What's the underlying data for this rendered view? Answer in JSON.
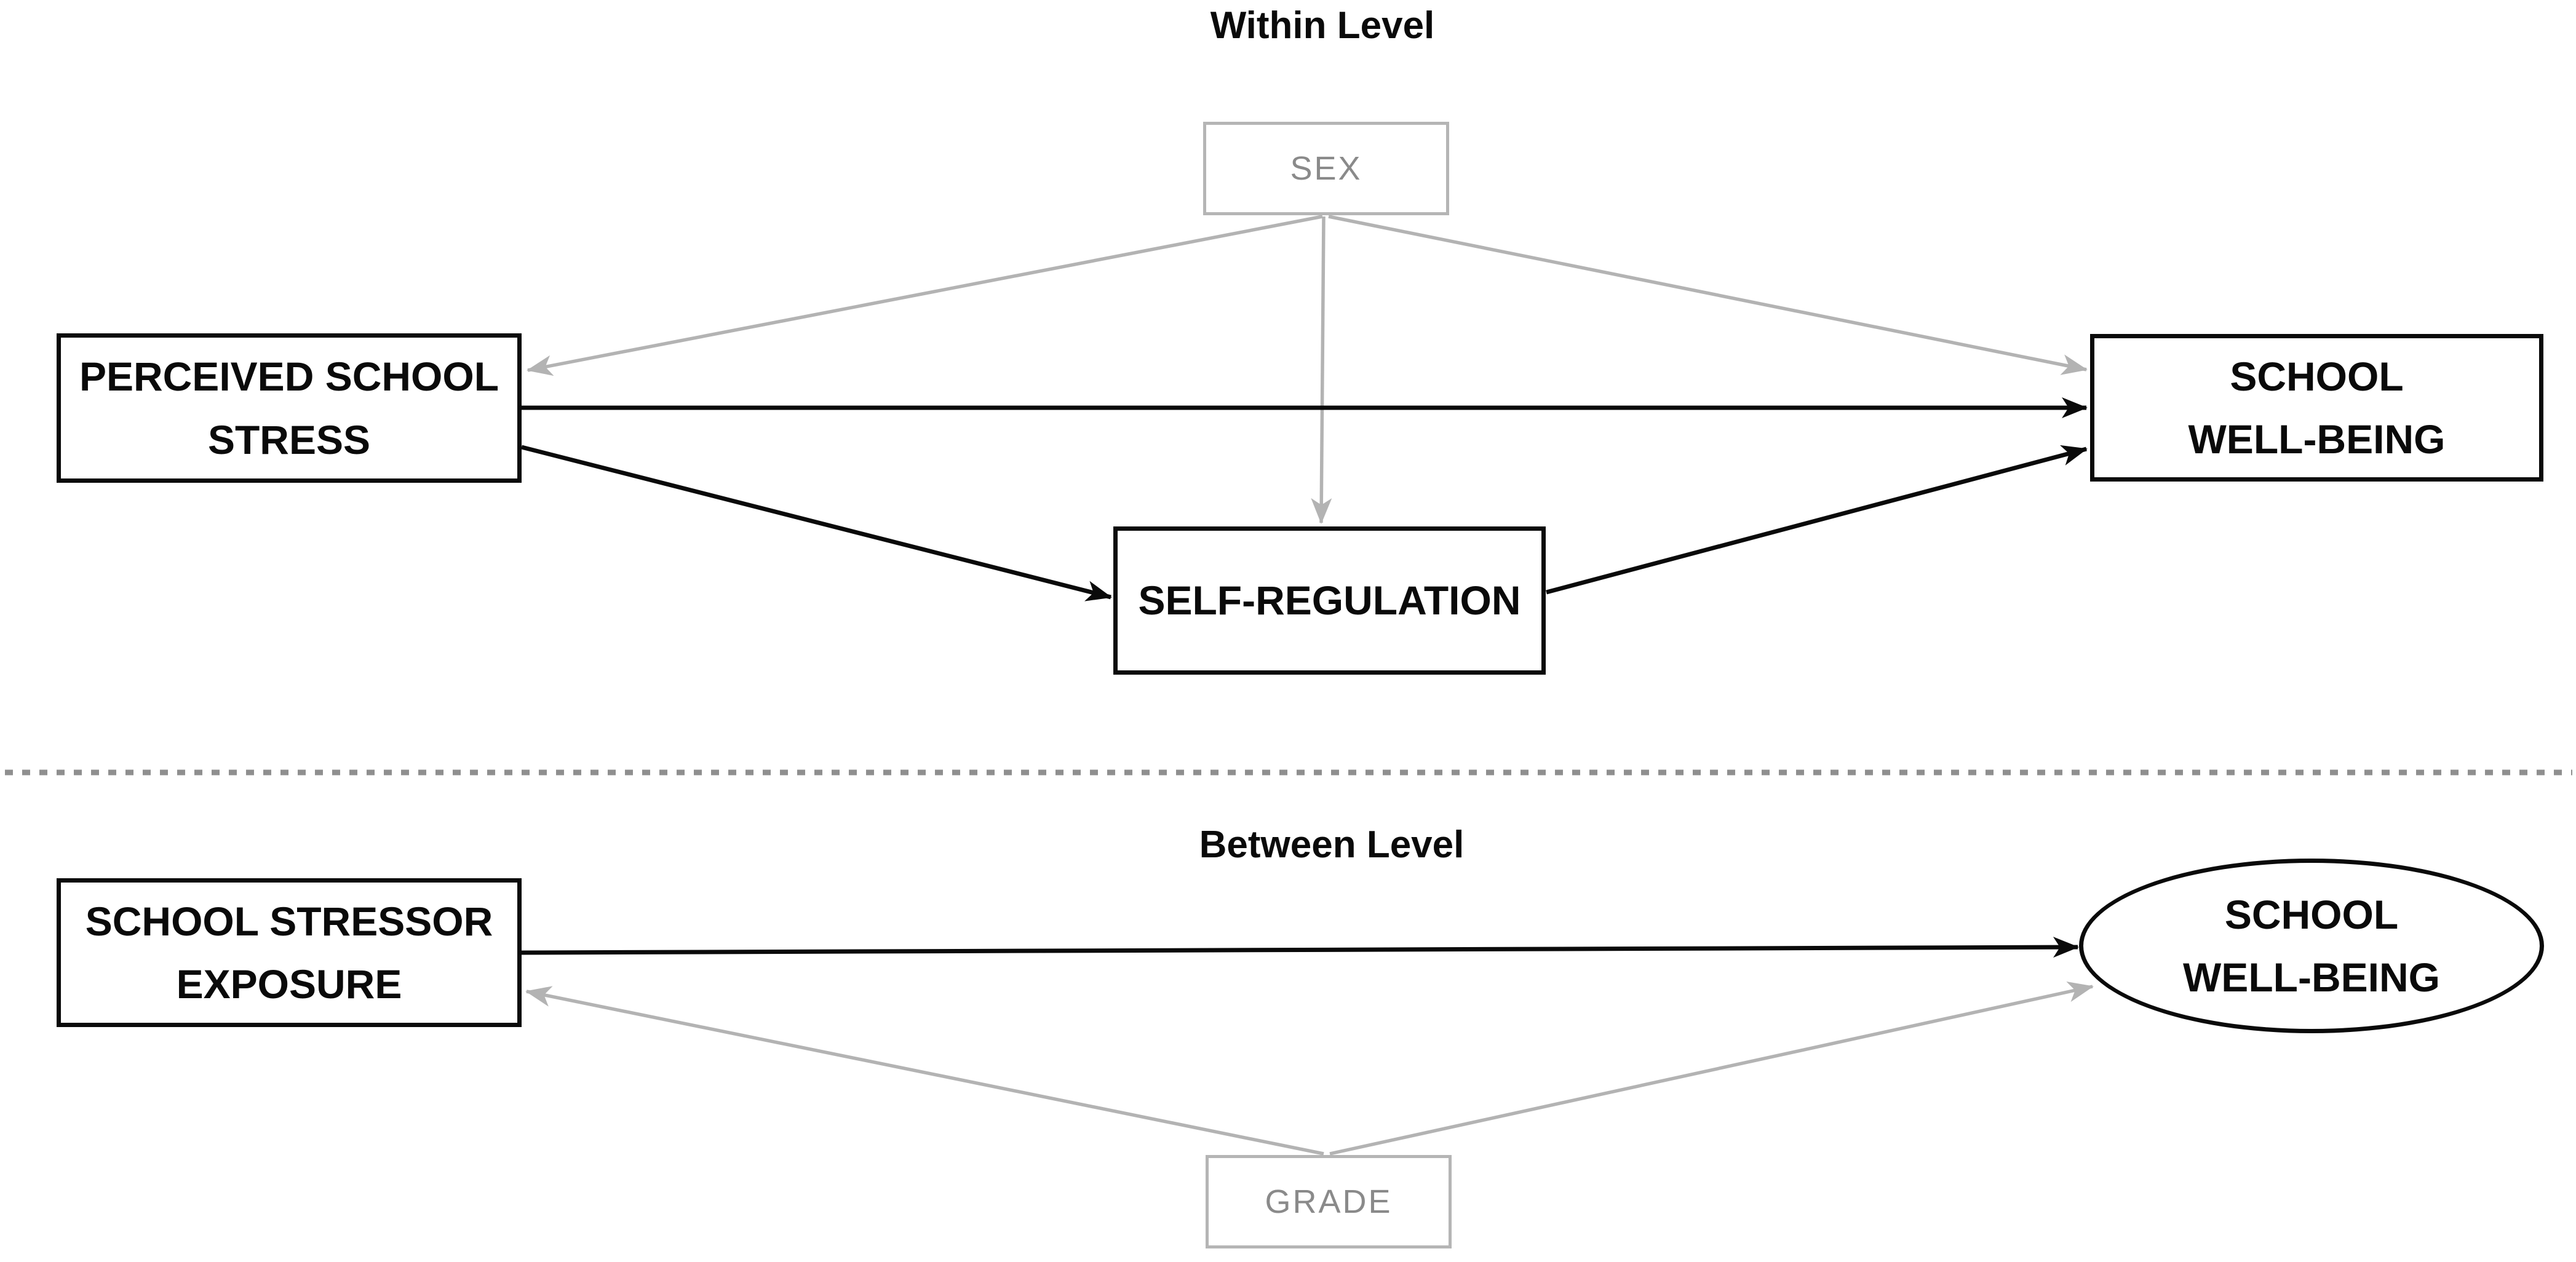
{
  "figure": {
    "within": {
      "title": "Within Level",
      "nodes": {
        "sex": "SEX",
        "perceived_school_stress": "PERCEIVED SCHOOL\nSTRESS",
        "school_well_being": "SCHOOL\nWELL-BEING",
        "self_regulation": "SELF-REGULATION"
      },
      "edges": [
        {
          "from": "SEX",
          "to": "PERCEIVED SCHOOL STRESS",
          "color": "#b3b3b3",
          "arrow": "end"
        },
        {
          "from": "SEX",
          "to": "SELF-REGULATION",
          "color": "#b3b3b3",
          "arrow": "end"
        },
        {
          "from": "SEX",
          "to": "SCHOOL WELL-BEING",
          "color": "#b3b3b3",
          "arrow": "end"
        },
        {
          "from": "PERCEIVED SCHOOL STRESS",
          "to": "SCHOOL WELL-BEING",
          "color": "#0a0a0a",
          "arrow": "end"
        },
        {
          "from": "PERCEIVED SCHOOL STRESS",
          "to": "SELF-REGULATION",
          "color": "#0a0a0a",
          "arrow": "end"
        },
        {
          "from": "SELF-REGULATION",
          "to": "SCHOOL WELL-BEING",
          "color": "#0a0a0a",
          "arrow": "end"
        }
      ]
    },
    "between": {
      "title": "Between Level",
      "nodes": {
        "school_stressor_exposure": "SCHOOL STRESSOR\nEXPOSURE",
        "school_well_being": "SCHOOL\nWELL-BEING",
        "grade": "GRADE"
      },
      "edges": [
        {
          "from": "SCHOOL STRESSOR EXPOSURE",
          "to": "SCHOOL WELL-BEING",
          "color": "#0a0a0a",
          "arrow": "end"
        },
        {
          "from": "GRADE",
          "to": "SCHOOL STRESSOR EXPOSURE",
          "color": "#b3b3b3",
          "arrow": "end"
        },
        {
          "from": "GRADE",
          "to": "SCHOOL WELL-BEING",
          "color": "#b3b3b3",
          "arrow": "end"
        }
      ]
    },
    "colors": {
      "ink": "#0a0a0a",
      "muted_line": "#b3b3b3",
      "muted_border": "#b5b5b5",
      "muted_text": "#8a8a8a",
      "divider": "#8f8f8f"
    }
  }
}
